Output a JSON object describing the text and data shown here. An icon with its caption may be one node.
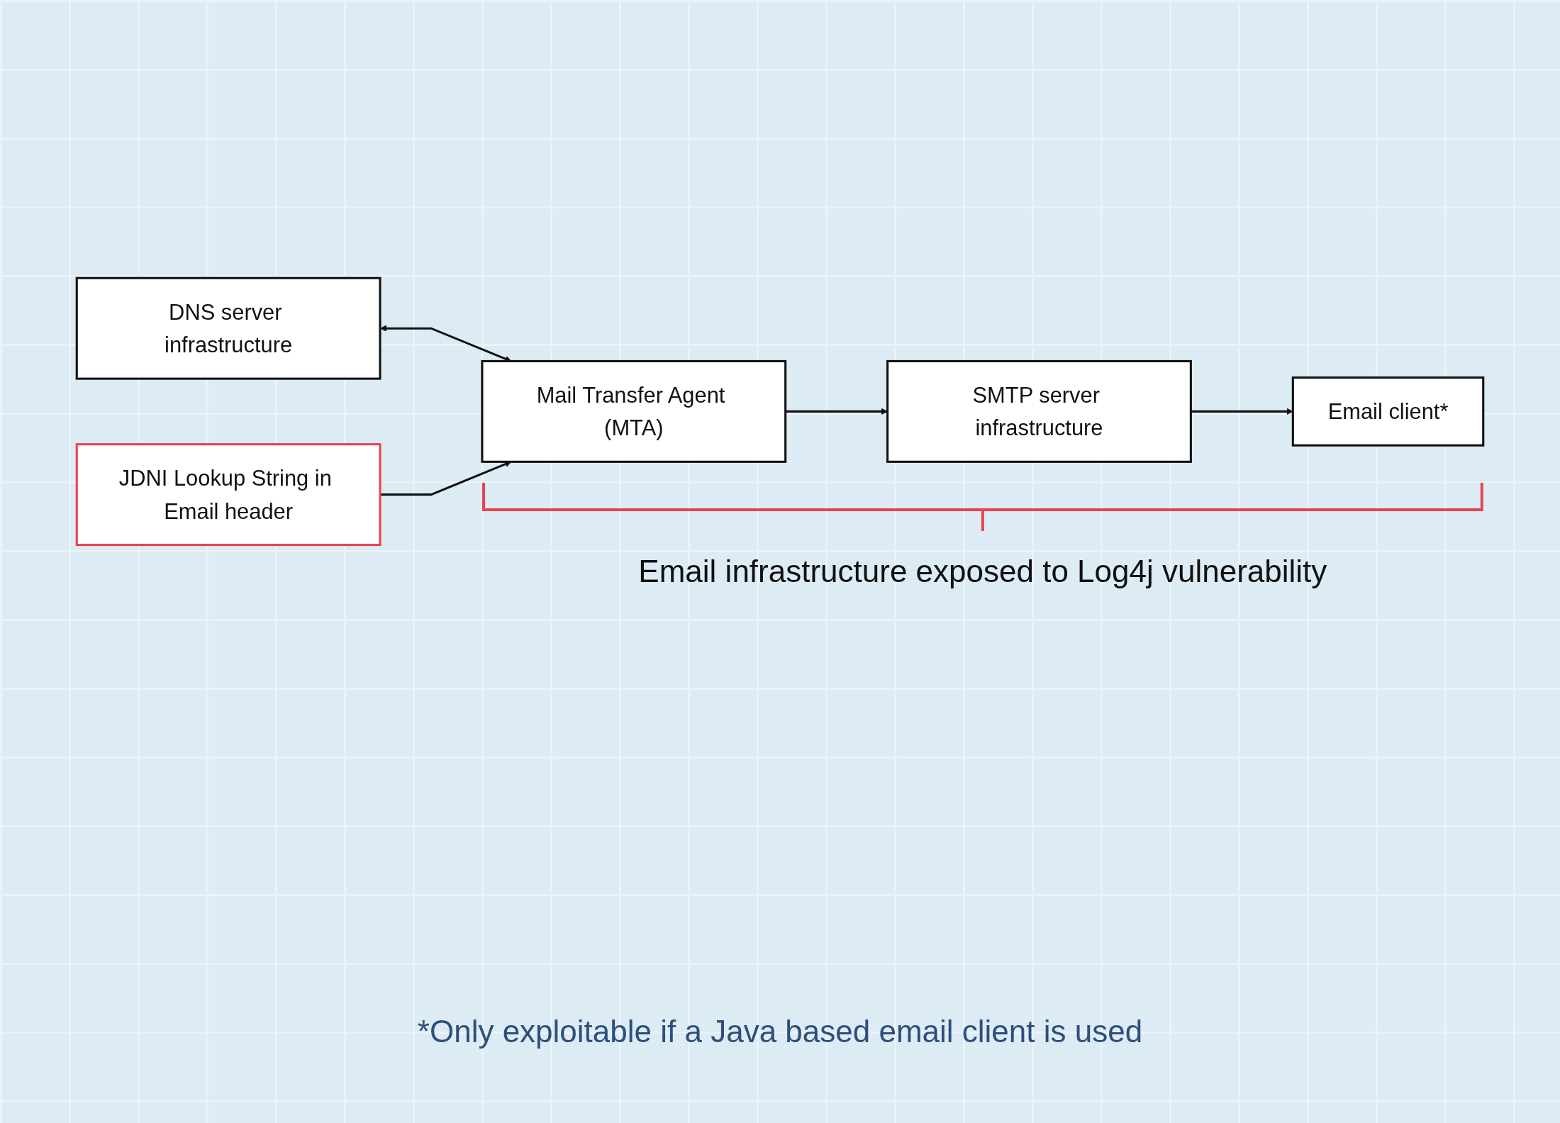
{
  "diagram": {
    "caption": "*Only exploitable if a Java based email client is used",
    "nodes": [
      {
        "text": [
          "DNS server infrastructure"
        ]
      },
      {
        "text": [
          "JDNI Lookup String in Email header"
        ]
      },
      {
        "text": [
          "Mail Transfer Agent (MTA)"
        ]
      },
      {
        "text": [
          "SMTP server infrastructure"
        ]
      },
      {
        "text": [
          "Email client*"
        ]
      }
    ],
    "edges": [
      {
        "from": 0,
        "to": 2,
        "arrow": "both"
      },
      {
        "from": 1,
        "to": 2,
        "arrow": "to"
      },
      {
        "from": 2,
        "to": 3,
        "arrow": "to"
      },
      {
        "from": 3,
        "to": 4,
        "arrow": "to"
      }
    ],
    "labels": [
      "Email infrastructure exposed to Log4j vulnerability"
    ]
  }
}
